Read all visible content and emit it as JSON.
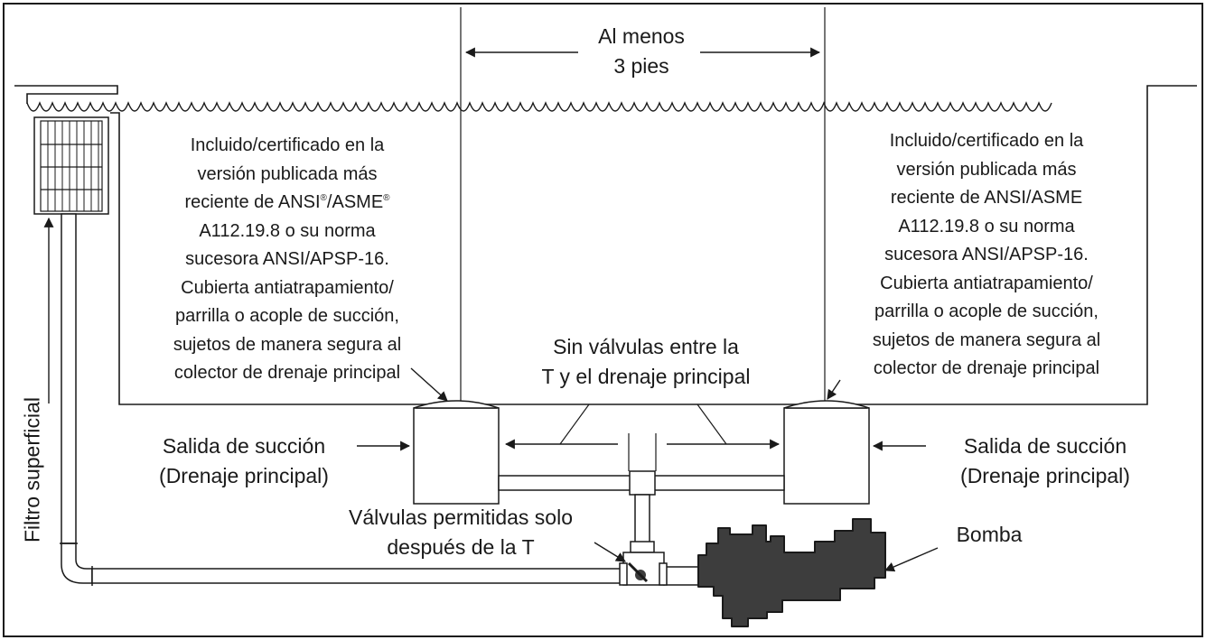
{
  "colors": {
    "stroke": "#1a1a1a",
    "pump_fill": "#3d3d3d",
    "pipe_fill": "#ffffff",
    "background": "#ffffff"
  },
  "top_distance": {
    "line1": "Al menos",
    "line2": "3 pies"
  },
  "left_note": {
    "line1": "Incluido/certificado en la",
    "line2": "versión publicada más",
    "line3_a": "reciente de ANSI",
    "line3_sup1": "®",
    "line3_b": "/ASME",
    "line3_sup2": "®",
    "line4": "A112.19.8 o su norma",
    "line5": "sucesora ANSI/APSP-16.",
    "line6": "Cubierta antiatrapamiento/",
    "line7": "parrilla o acople de succión,",
    "line8": "sujetos de manera segura al",
    "line9": "colector de drenaje principal"
  },
  "right_note": {
    "line1": "Incluido/certificado en la",
    "line2": "versión publicada más",
    "line3": "reciente de ANSI/ASME",
    "line4": "A112.19.8 o su norma",
    "line5": "sucesora ANSI/APSP-16.",
    "line6": "Cubierta antiatrapamiento/",
    "line7": "parrilla o acople de succión,",
    "line8": "sujetos de manera segura al",
    "line9": "colector de drenaje principal"
  },
  "no_valves": {
    "line1": "Sin válvulas entre la",
    "line2": "T y el drenaje principal"
  },
  "suction_left": {
    "line1": "Salida de succión",
    "line2": "(Drenaje principal)"
  },
  "suction_right": {
    "line1": "Salida de succión",
    "line2": "(Drenaje principal)"
  },
  "valves_allowed": {
    "line1": "Válvulas permitidas solo",
    "line2": "después de la T"
  },
  "pump_label": "Bomba",
  "skimmer_label": "Filtro superficial"
}
